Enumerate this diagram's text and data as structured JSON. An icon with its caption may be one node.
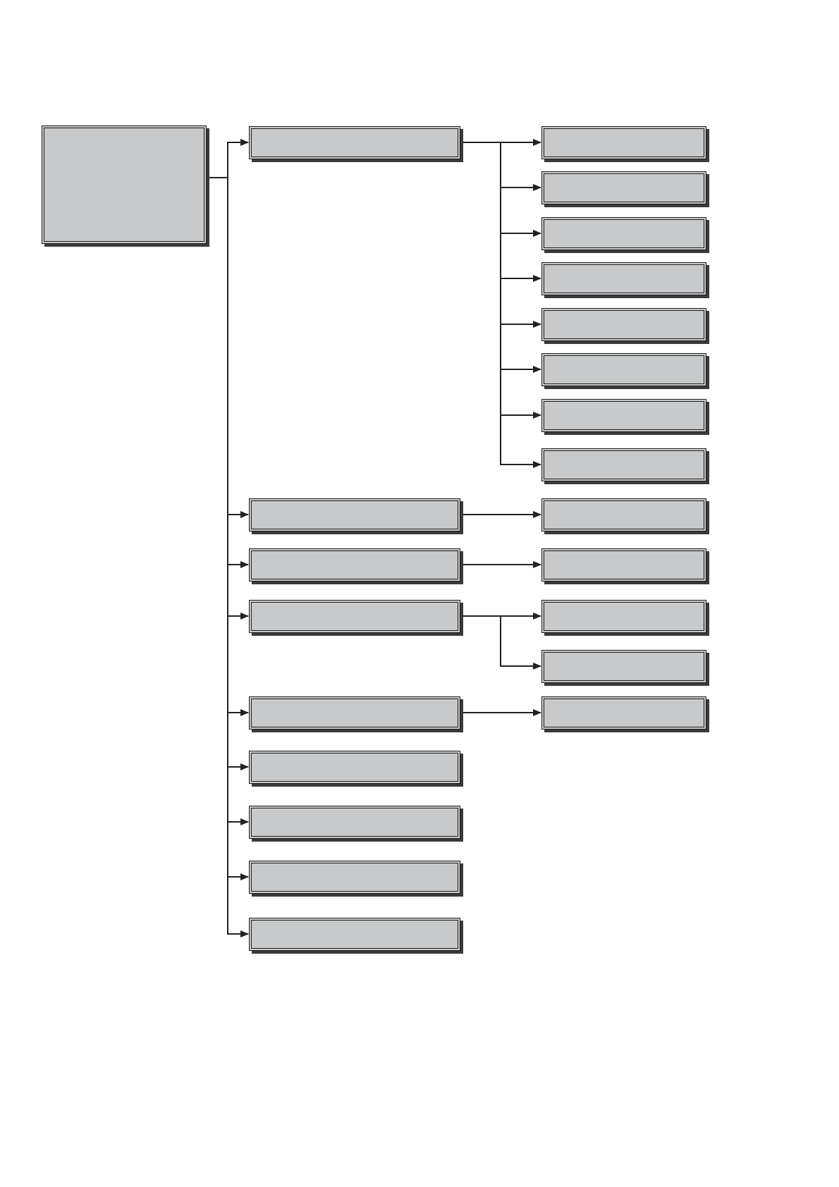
{
  "diagram": {
    "nodes": [
      {
        "text": [],
        "shape": "box"
      },
      {
        "text": [],
        "shape": "box"
      },
      {
        "text": [],
        "shape": "box"
      },
      {
        "text": [],
        "shape": "box"
      },
      {
        "text": [],
        "shape": "box"
      },
      {
        "text": [],
        "shape": "box"
      },
      {
        "text": [],
        "shape": "box"
      },
      {
        "text": [],
        "shape": "box"
      },
      {
        "text": [],
        "shape": "box"
      },
      {
        "text": [],
        "shape": "box"
      },
      {
        "text": [],
        "shape": "box"
      },
      {
        "text": [],
        "shape": "box"
      },
      {
        "text": [],
        "shape": "box"
      },
      {
        "text": [],
        "shape": "box"
      },
      {
        "text": [],
        "shape": "box"
      },
      {
        "text": [],
        "shape": "box"
      },
      {
        "text": [],
        "shape": "box"
      },
      {
        "text": [],
        "shape": "box"
      },
      {
        "text": [],
        "shape": "box"
      },
      {
        "text": [],
        "shape": "box"
      },
      {
        "text": [],
        "shape": "box"
      },
      {
        "text": [],
        "shape": "box"
      },
      {
        "text": [],
        "shape": "box"
      }
    ],
    "edges": [
      {
        "from": 0,
        "to": 1,
        "arrow": "to"
      },
      {
        "from": 0,
        "to": 10,
        "arrow": "to"
      },
      {
        "from": 0,
        "to": 12,
        "arrow": "to"
      },
      {
        "from": 0,
        "to": 14,
        "arrow": "to"
      },
      {
        "from": 0,
        "to": 17,
        "arrow": "to"
      },
      {
        "from": 0,
        "to": 19,
        "arrow": "to"
      },
      {
        "from": 0,
        "to": 20,
        "arrow": "to"
      },
      {
        "from": 0,
        "to": 21,
        "arrow": "to"
      },
      {
        "from": 0,
        "to": 22,
        "arrow": "to"
      },
      {
        "from": 1,
        "to": 2,
        "arrow": "to"
      },
      {
        "from": 1,
        "to": 3,
        "arrow": "to"
      },
      {
        "from": 1,
        "to": 4,
        "arrow": "to"
      },
      {
        "from": 1,
        "to": 5,
        "arrow": "to"
      },
      {
        "from": 1,
        "to": 6,
        "arrow": "to"
      },
      {
        "from": 1,
        "to": 7,
        "arrow": "to"
      },
      {
        "from": 1,
        "to": 8,
        "arrow": "to"
      },
      {
        "from": 1,
        "to": 9,
        "arrow": "to"
      },
      {
        "from": 10,
        "to": 11,
        "arrow": "to"
      },
      {
        "from": 12,
        "to": 13,
        "arrow": "to"
      },
      {
        "from": 14,
        "to": 15,
        "arrow": "to"
      },
      {
        "from": 14,
        "to": 16,
        "arrow": "to"
      },
      {
        "from": 17,
        "to": 18,
        "arrow": "to"
      }
    ]
  }
}
